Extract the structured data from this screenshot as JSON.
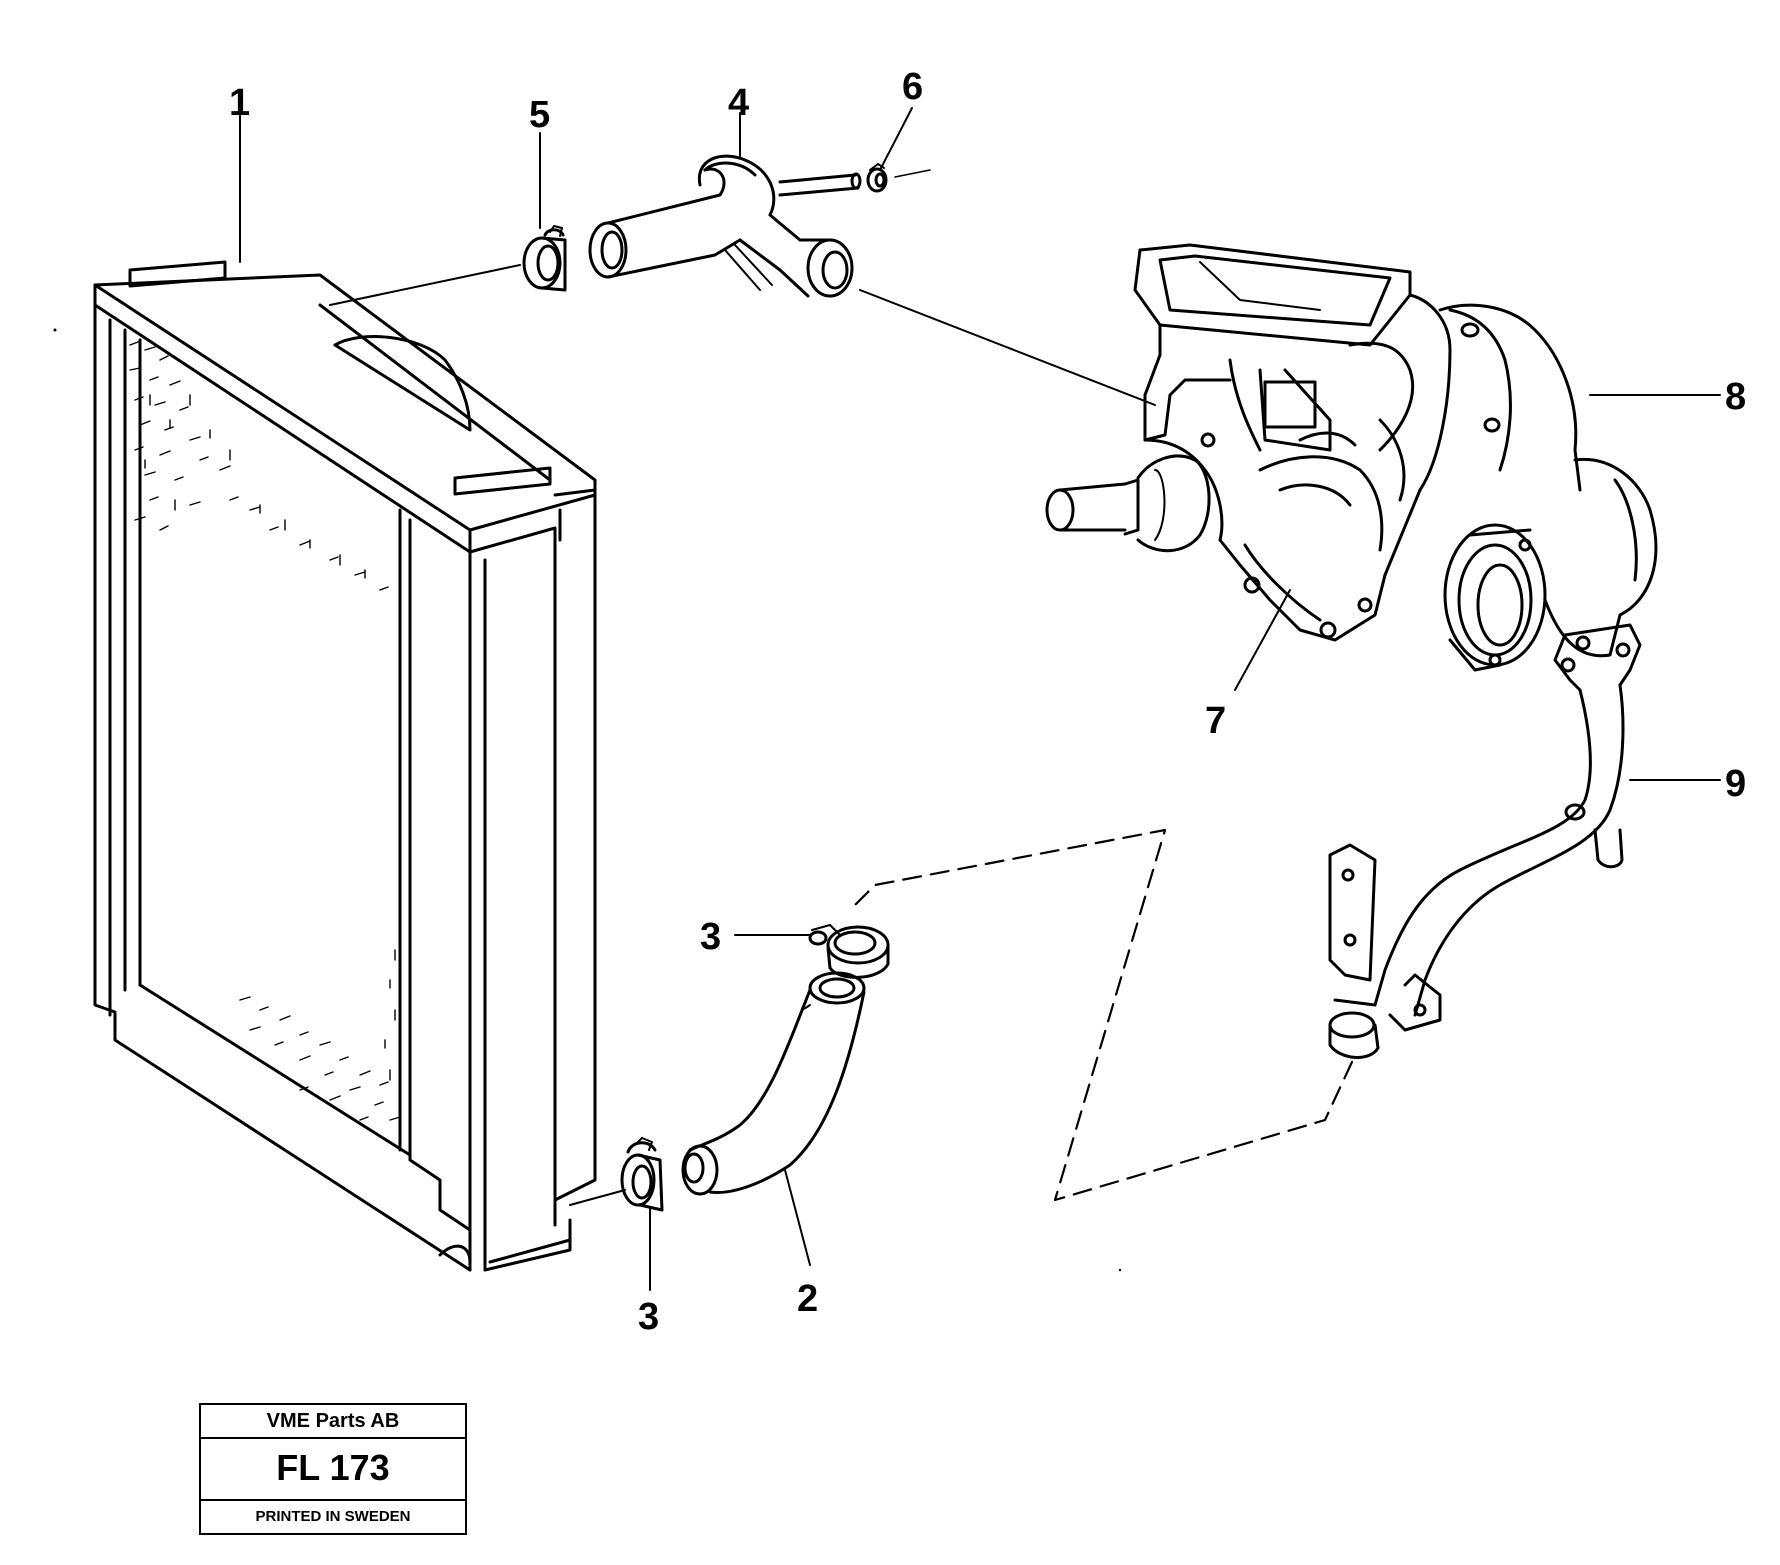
{
  "callouts": {
    "c1": "1",
    "c2": "2",
    "c3a": "3",
    "c3b": "3",
    "c4": "4",
    "c5": "5",
    "c6": "6",
    "c7": "7",
    "c8": "8",
    "c9": "9"
  },
  "stamp": {
    "company": "VME Parts AB",
    "code": "FL 173",
    "printed": "PRINTED IN SWEDEN"
  },
  "colors": {
    "ink": "#000000",
    "paper": "#ffffff"
  }
}
